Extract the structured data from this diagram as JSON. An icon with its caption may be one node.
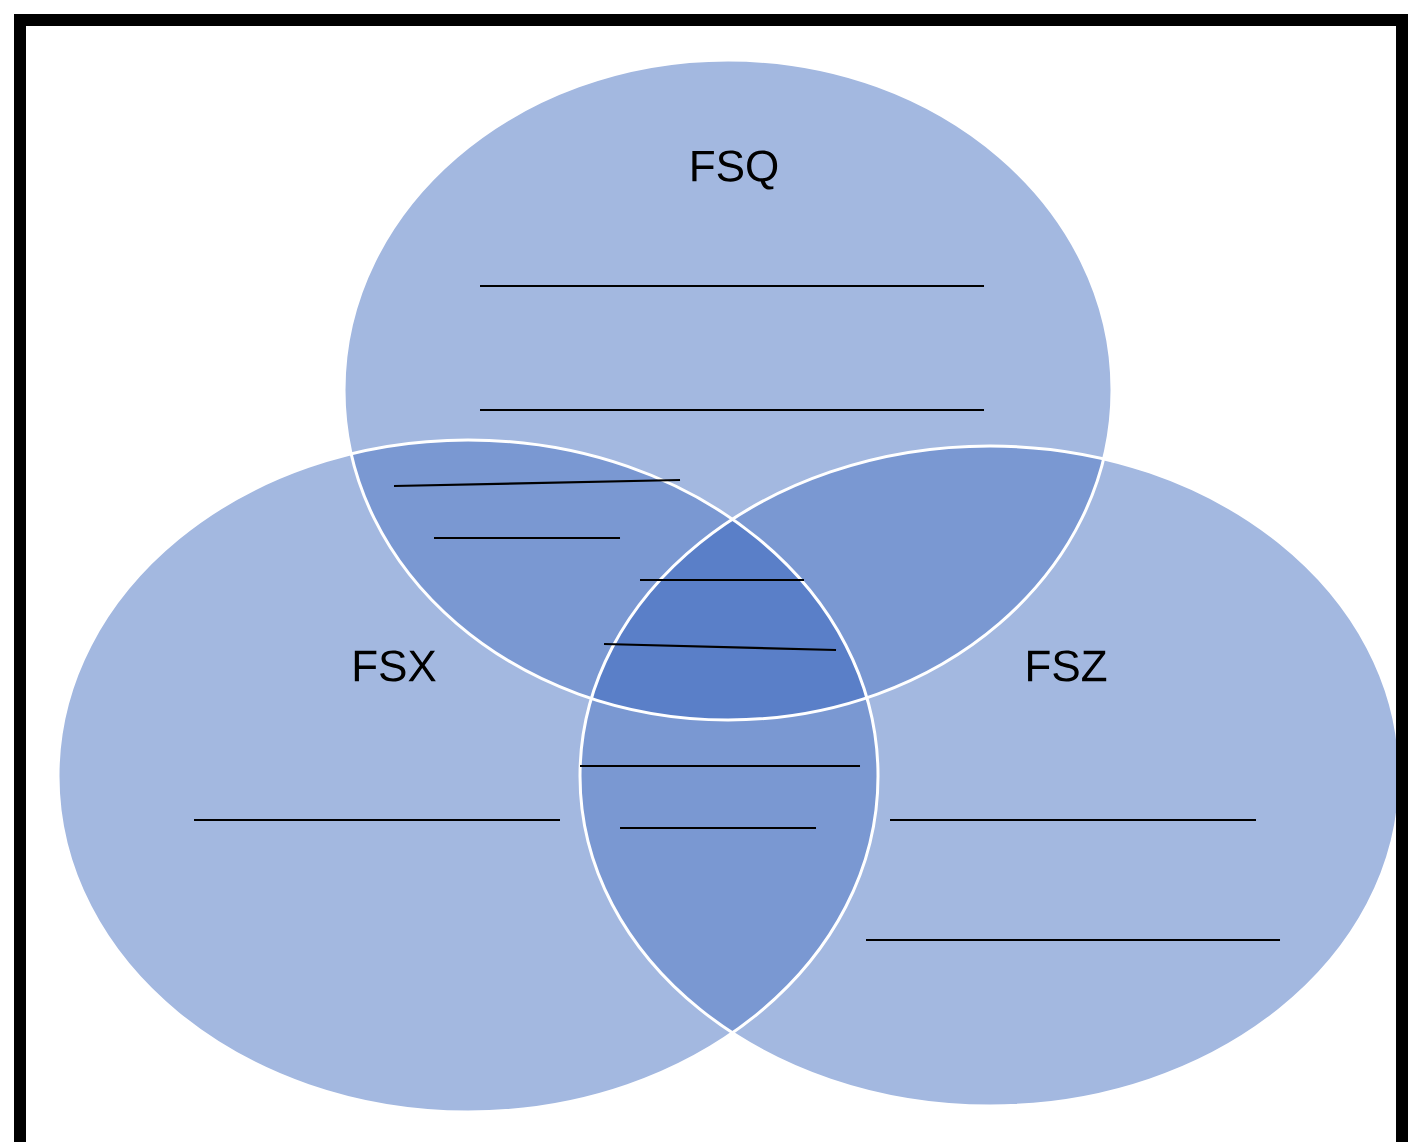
{
  "diagram": {
    "nodes": [
      {
        "text": [
          "FSQ"
        ]
      },
      {
        "text": [
          "FSX"
        ]
      },
      {
        "text": [
          "FSZ"
        ]
      }
    ]
  }
}
